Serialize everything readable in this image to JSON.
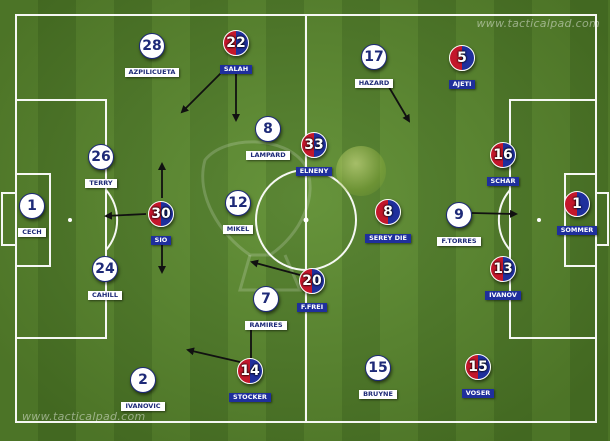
{
  "watermark": {
    "top": "www.tacticalpad.com",
    "bottom": "www.tacticalpad.com"
  },
  "colors": {
    "grass_light": "#5d8d2f",
    "grass_dark": "#517f28",
    "home_token": "#ffffff",
    "home_text": "#1e2a78",
    "away_red": "#c3172b",
    "away_blue": "#1f2f9c"
  },
  "players": [
    {
      "team": "white",
      "number": "28",
      "name": "AZPILICUETA"
    },
    {
      "team": "red",
      "number": "22",
      "name": "SALAH"
    },
    {
      "team": "white",
      "number": "17",
      "name": "HAZARD"
    },
    {
      "team": "red",
      "number": "5",
      "name": "AJETI"
    },
    {
      "team": "white",
      "number": "8",
      "name": "LAMPARD"
    },
    {
      "team": "red",
      "number": "33",
      "name": "ELNENY"
    },
    {
      "team": "white",
      "number": "26",
      "name": "TERRY"
    },
    {
      "team": "red",
      "number": "16",
      "name": "SCHAR"
    },
    {
      "team": "white",
      "number": "1",
      "name": "CECH"
    },
    {
      "team": "red",
      "number": "30",
      "name": "SIO"
    },
    {
      "team": "white",
      "number": "12",
      "name": "MIKEL"
    },
    {
      "team": "red",
      "number": "8",
      "name": "SEREY DIE"
    },
    {
      "team": "white",
      "number": "9",
      "name": "F.TORRES"
    },
    {
      "team": "red",
      "number": "1",
      "name": "SOMMER"
    },
    {
      "team": "white",
      "number": "24",
      "name": "CAHILL"
    },
    {
      "team": "red",
      "number": "20",
      "name": "F.FREI"
    },
    {
      "team": "red",
      "number": "13",
      "name": "IVANOV"
    },
    {
      "team": "white",
      "number": "7",
      "name": "RAMIRES"
    },
    {
      "team": "white",
      "number": "2",
      "name": "IVANOVIC"
    },
    {
      "team": "red",
      "number": "14",
      "name": "STOCKER"
    },
    {
      "team": "white",
      "number": "15",
      "name": "BRUYNE"
    },
    {
      "team": "red",
      "number": "15",
      "name": "VOSER"
    }
  ]
}
